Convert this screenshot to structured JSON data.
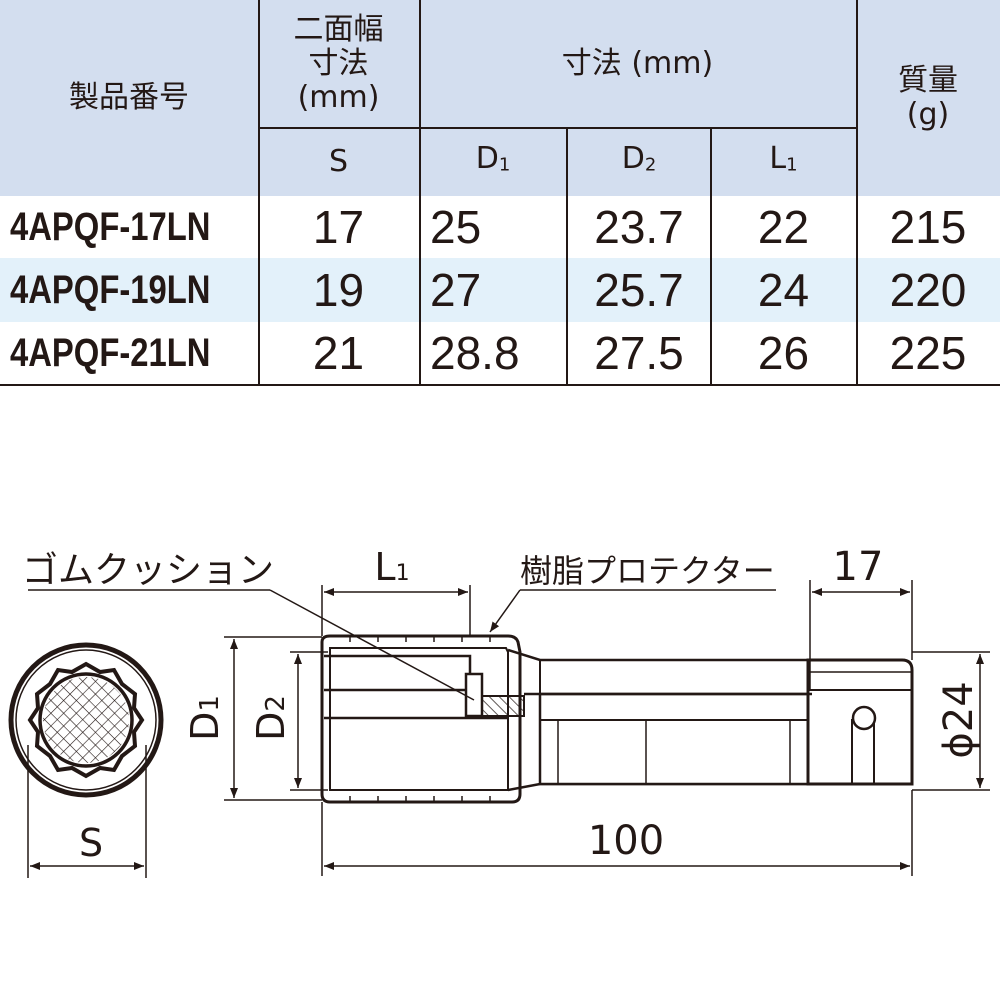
{
  "table": {
    "header": {
      "model": "製品番号",
      "width_line1": "二面幅",
      "width_line2": "寸法",
      "width_line3": "(mm)",
      "dims": "寸法 (mm)",
      "mass_line1": "質量",
      "mass_line2": "(g)",
      "col_s": "S",
      "col_d1": "D",
      "col_d1_sub": "1",
      "col_d2": "D",
      "col_d2_sub": "2",
      "col_l1": "L",
      "col_l1_sub": "1"
    },
    "rows": [
      {
        "model": "4APQF-17LN",
        "s": "17",
        "d1": "25",
        "d2": "23.7",
        "l1": "22",
        "mass": "215"
      },
      {
        "model": "4APQF-19LN",
        "s": "19",
        "d1": "27",
        "d2": "25.7",
        "l1": "24",
        "mass": "220"
      },
      {
        "model": "4APQF-21LN",
        "s": "21",
        "d1": "28.8",
        "d2": "27.5",
        "l1": "26",
        "mass": "225"
      }
    ]
  },
  "drawing": {
    "label_cushion": "ゴムクッション",
    "label_protector": "樹脂プロテクター",
    "label_l": "L",
    "label_l_sub": "1",
    "label_square": "17",
    "label_d1": "D",
    "label_d1_sub": "1",
    "label_d2": "D",
    "label_d2_sub": "2",
    "label_phi": "ϕ24",
    "label_length": "100",
    "label_s": "S"
  }
}
